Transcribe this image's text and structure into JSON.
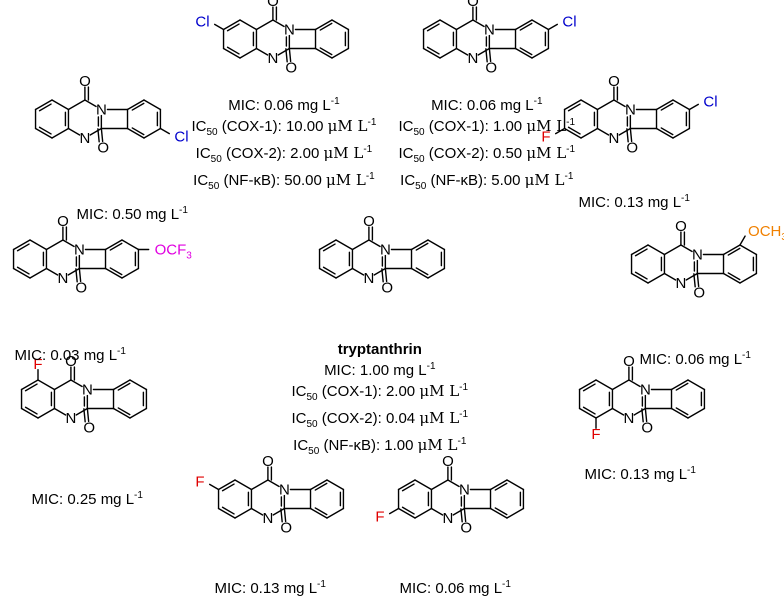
{
  "colors": {
    "Cl": "#0000cc",
    "F": "#e00000",
    "OCF3": "#e000e0",
    "OCH3": "#f08000",
    "C": "#000000"
  },
  "atoms": {
    "N": "N",
    "O": "O",
    "Cl": "Cl",
    "F": "F",
    "OCF": "OCF",
    "OCH": "OCH",
    "sub3": "3"
  },
  "units": {
    "mic": "mg L",
    "ic": "μM L",
    "exp": "-1"
  },
  "labels": {
    "mic": "MIC: ",
    "ic50": "IC",
    "ic50_sub": "50",
    "cox1": " (COX-1): ",
    "cox2": " (COX-2): ",
    "nfkb": " (NF-κB): "
  },
  "center": {
    "name": "tryptanthrin",
    "mic": "1.00",
    "cox1": "2.00",
    "cox2": "0.04",
    "nfkb": "1.00"
  },
  "compounds": [
    {
      "id": "c1",
      "mic": "0.06",
      "cox1": "10.00",
      "cox2": "2.00",
      "nfkb": "50.00"
    },
    {
      "id": "c2",
      "mic": "0.06",
      "cox1": "1.00",
      "cox2": "0.50",
      "nfkb": "5.00"
    },
    {
      "id": "c3",
      "mic": "0.50"
    },
    {
      "id": "c4",
      "mic": "0.13"
    },
    {
      "id": "c5",
      "mic": "0.03"
    },
    {
      "id": "c6",
      "mic": "0.06"
    },
    {
      "id": "c7",
      "mic": "0.25"
    },
    {
      "id": "c8",
      "mic": "0.13"
    },
    {
      "id": "c9",
      "mic": "0.13"
    },
    {
      "id": "c10",
      "mic": "0.06"
    }
  ]
}
